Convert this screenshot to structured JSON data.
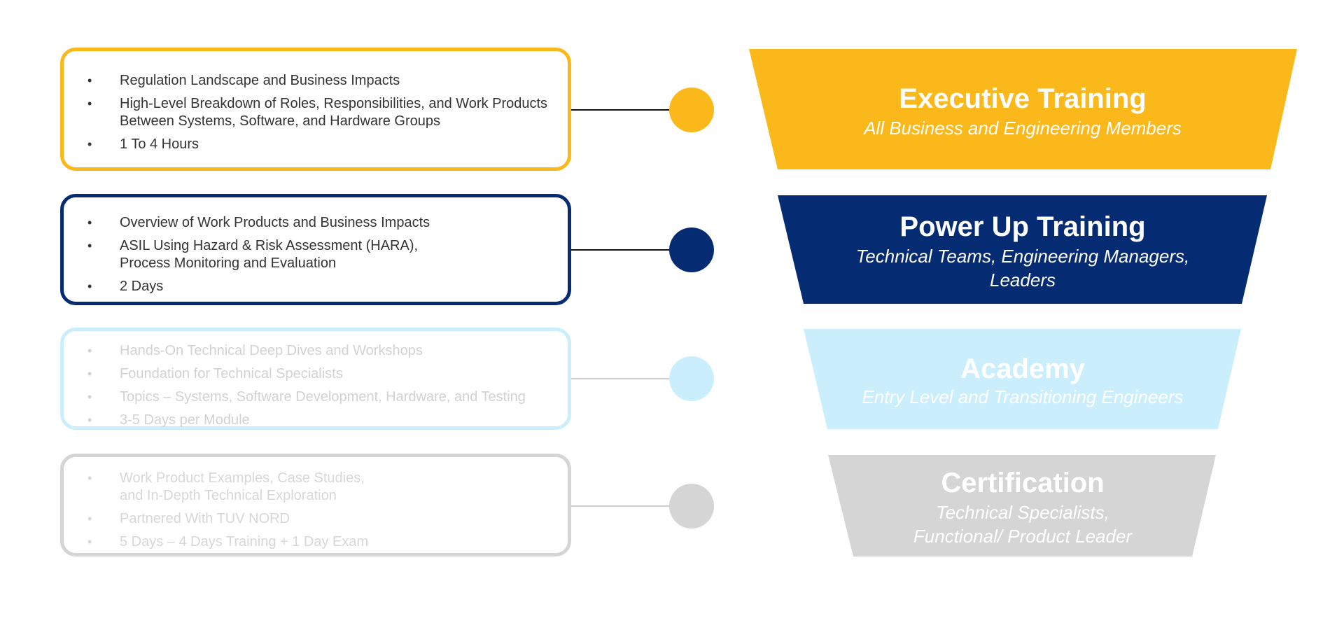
{
  "tiers": [
    {
      "id": "executive",
      "color": "#fbb81b",
      "text_color": "#ffffff",
      "item_color": "#333333",
      "title": "Executive Training",
      "subtitle_lines": [
        "All Business and Engineering Members"
      ],
      "items": [
        {
          "lines": [
            "Regulation Landscape and Business Impacts"
          ]
        },
        {
          "lines": [
            "High-Level Breakdown of  Roles, Responsibilities, and Work Products",
            "Between Systems, Software, and Hardware Groups"
          ]
        },
        {
          "lines": [
            "1 To 4 Hours"
          ]
        }
      ]
    },
    {
      "id": "power-up",
      "color": "#052c73",
      "text_color": "#ffffff",
      "item_color": "#333333",
      "title": "Power Up Training",
      "subtitle_lines": [
        "Technical Teams, Engineering Managers,",
        "Leaders"
      ],
      "items": [
        {
          "lines": [
            "Overview of Work Products and Business Impacts"
          ]
        },
        {
          "lines": [
            "ASIL Using Hazard & Risk Assessment (HARA),",
            "Process Monitoring and Evaluation"
          ]
        },
        {
          "lines": [
            "2 Days"
          ]
        }
      ]
    },
    {
      "id": "academy",
      "color": "#cbeefc",
      "text_color": "#ffffff",
      "item_color": "#d2d2d2",
      "title": "Academy",
      "subtitle_lines": [
        "Entry Level and Transitioning Engineers"
      ],
      "items": [
        {
          "lines": [
            "Hands-On Technical Deep Dives and Workshops"
          ]
        },
        {
          "lines": [
            "Foundation for Technical Specialists"
          ]
        },
        {
          "lines": [
            "Topics – Systems, Software Development, Hardware, and Testing"
          ]
        },
        {
          "lines": [
            "3-5 Days per Module"
          ]
        }
      ]
    },
    {
      "id": "certification",
      "color": "#d5d5d5",
      "text_color": "#ffffff",
      "item_color": "#d7d7d7",
      "title": "Certification",
      "subtitle_lines": [
        "Technical Specialists,",
        "Functional/ Product Leader"
      ],
      "items": [
        {
          "lines": [
            "Work Product Examples, Case Studies,",
            "and In-Depth Technical Exploration"
          ]
        },
        {
          "lines": [
            "Partnered With TUV NORD"
          ]
        },
        {
          "lines": [
            "5 Days – 4 Days Training + 1 Day Exam"
          ]
        }
      ]
    }
  ],
  "bullet_char": "•"
}
